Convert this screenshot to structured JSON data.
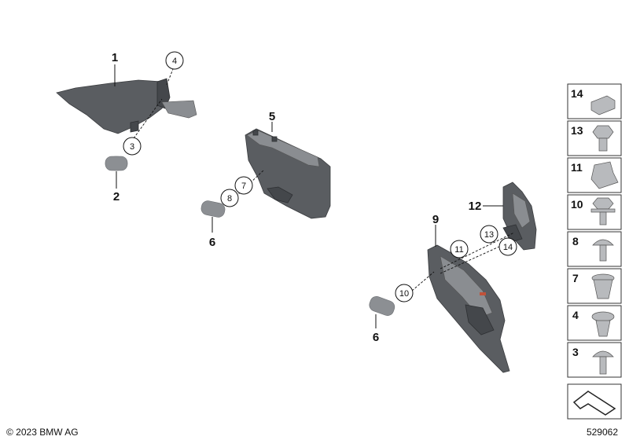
{
  "callouts": {
    "n1": "1",
    "n2": "2",
    "n3": "3",
    "n4": "4",
    "n5": "5",
    "n6a": "6",
    "n6b": "6",
    "n7": "7",
    "n8": "8",
    "n9": "9",
    "n10": "10",
    "n11": "11",
    "n12": "12",
    "n13": "13",
    "n14": "14"
  },
  "legend": [
    {
      "label": "14",
      "icon": "clip-nut-icon"
    },
    {
      "label": "13",
      "icon": "hex-bolt-icon"
    },
    {
      "label": "11",
      "icon": "spring-clip-icon"
    },
    {
      "label": "10",
      "icon": "hex-flange-bolt-icon"
    },
    {
      "label": "8",
      "icon": "torx-screw-icon"
    },
    {
      "label": "7",
      "icon": "expanding-nut-icon"
    },
    {
      "label": "4",
      "icon": "push-rivet-icon"
    },
    {
      "label": "3",
      "icon": "phillips-screw-icon"
    }
  ],
  "footer": {
    "copyright": "© 2023 BMW AG",
    "diagram_number": "529062"
  }
}
